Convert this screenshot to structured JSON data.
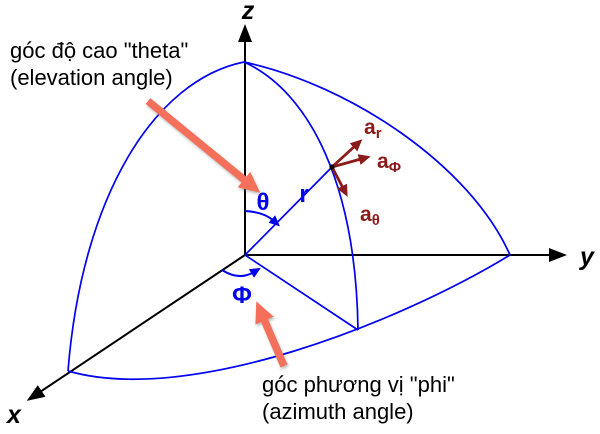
{
  "diagram": {
    "axes": {
      "x": "x",
      "y": "y",
      "z": "z"
    },
    "angles": {
      "theta": "θ",
      "phi": "Φ"
    },
    "radius_label": "r",
    "unit_vectors": {
      "ar": {
        "base": "a",
        "sub": "r"
      },
      "aphi": {
        "base": "a",
        "sub": "Φ"
      },
      "atheta": {
        "base": "a",
        "sub": "θ"
      }
    },
    "annotations": {
      "theta": {
        "line1": "góc độ cao \"theta\"",
        "line2": "(elevation angle)"
      },
      "phi": {
        "line1": "góc phương vị \"phi\"",
        "line2": "(azimuth angle)"
      }
    },
    "colors": {
      "axis": "#000000",
      "sphere_lines": "#0202EE",
      "unit_vectors": "#8B1A1A",
      "pointer_arrows": "#F4705A",
      "annotation_text": "#000000"
    }
  }
}
